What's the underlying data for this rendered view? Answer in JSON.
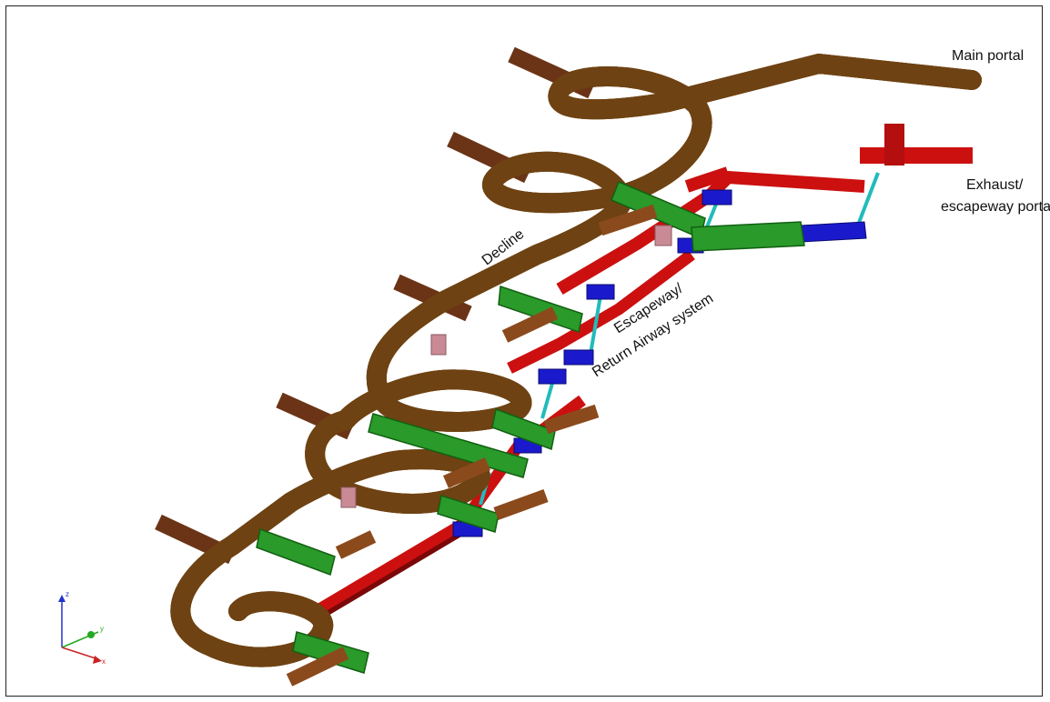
{
  "labels": {
    "main_portal": "Main portal",
    "exhaust_line1": "Exhaust/",
    "exhaust_line2": "escapeway portal",
    "decline": "Decline",
    "escapeway_line1": "Escapeway/",
    "escapeway_line2": "Return Airway system"
  },
  "axes": {
    "z": "z",
    "y": "y",
    "x": "x"
  },
  "colors": {
    "decline": "#c8822a",
    "decline_dark": "#7a4a14",
    "return_airway": "#cc1010",
    "return_airway_dark": "#7a0808",
    "crosscut_green": "#2a9a2a",
    "crosscut_green_dark": "#126012",
    "blue_regulator": "#1a1acc",
    "raise_cyan": "#22bbbb",
    "stub_brown": "#6b3416",
    "stub_brown_light": "#8b4a1c",
    "pink_block": "#c98a96"
  }
}
